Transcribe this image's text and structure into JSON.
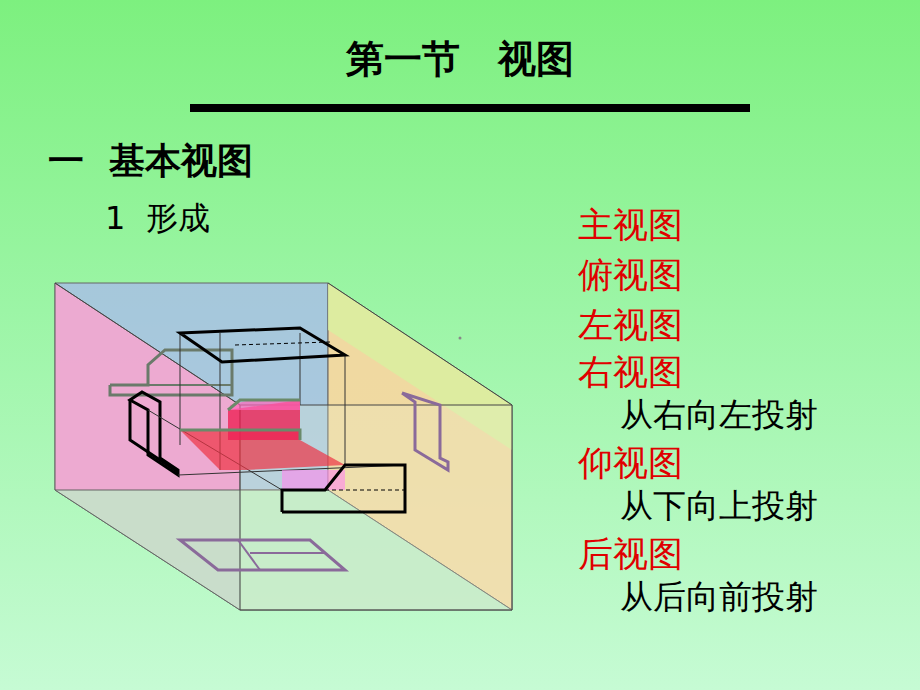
{
  "diagram": {
    "title": "第一节　视图",
    "labels": [
      "一  基本视图",
      "1  形成",
      "主视图",
      "俯视图",
      "左视图",
      "右视图",
      "从右向左投射",
      "仰视图",
      "从下向上投射",
      "后视图",
      "从后向前投射"
    ]
  }
}
